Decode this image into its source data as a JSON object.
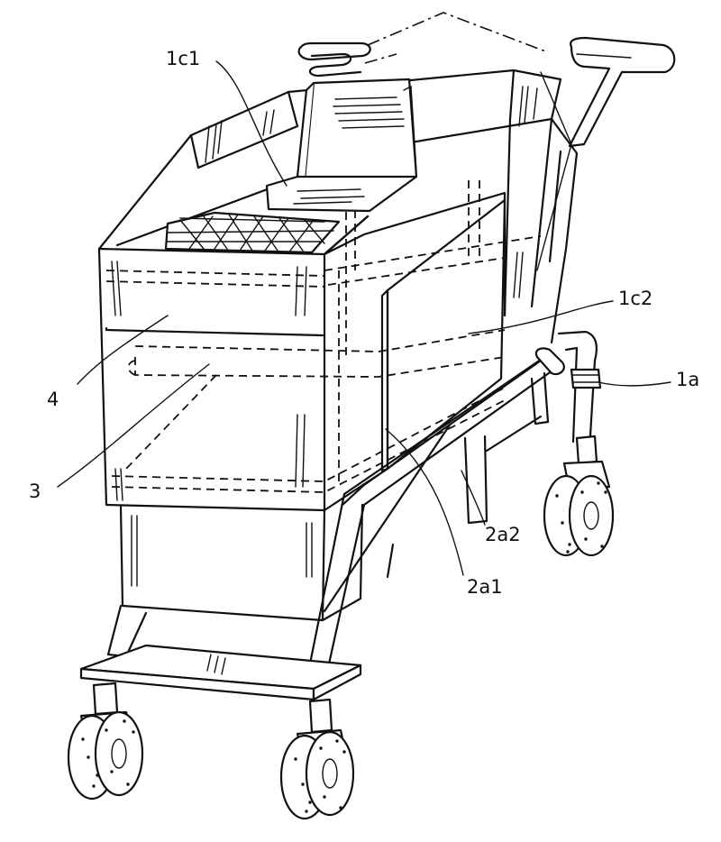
{
  "figure": {
    "labels": {
      "l1c1": "1c1",
      "l1c2": "1c2",
      "l1a": "1a",
      "l4": "4",
      "l3": "3",
      "l2a2": "2a2",
      "l2a1": "2a1"
    }
  }
}
